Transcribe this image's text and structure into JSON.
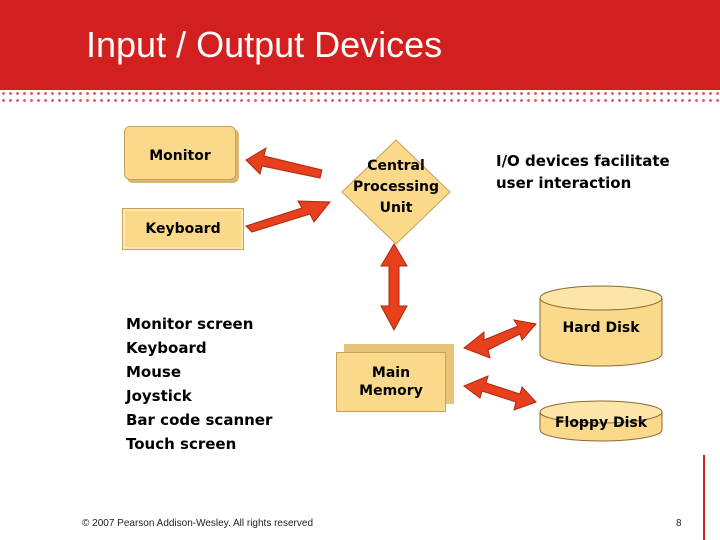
{
  "slide": {
    "title": "Input / Output Devices",
    "footer": "© 2007 Pearson Addison-Wesley. All rights reserved",
    "page_number": "8"
  },
  "diagram": {
    "monitor": "Monitor",
    "keyboard": "Keyboard",
    "cpu": [
      "Central",
      "Processing",
      "Unit"
    ],
    "main_memory": [
      "Main",
      "Memory"
    ],
    "hard_disk": "Hard Disk",
    "floppy_disk": "Floppy Disk",
    "io_note": [
      "I/O devices facilitate",
      "user interaction"
    ],
    "device_list": [
      "Monitor screen",
      "Keyboard",
      "Mouse",
      "Joystick",
      "Bar code scanner",
      "Touch screen"
    ]
  },
  "colors": {
    "header_red": "#d21f1f",
    "box_fill": "#fbd98a",
    "arrow_fill": "#e8401c"
  }
}
